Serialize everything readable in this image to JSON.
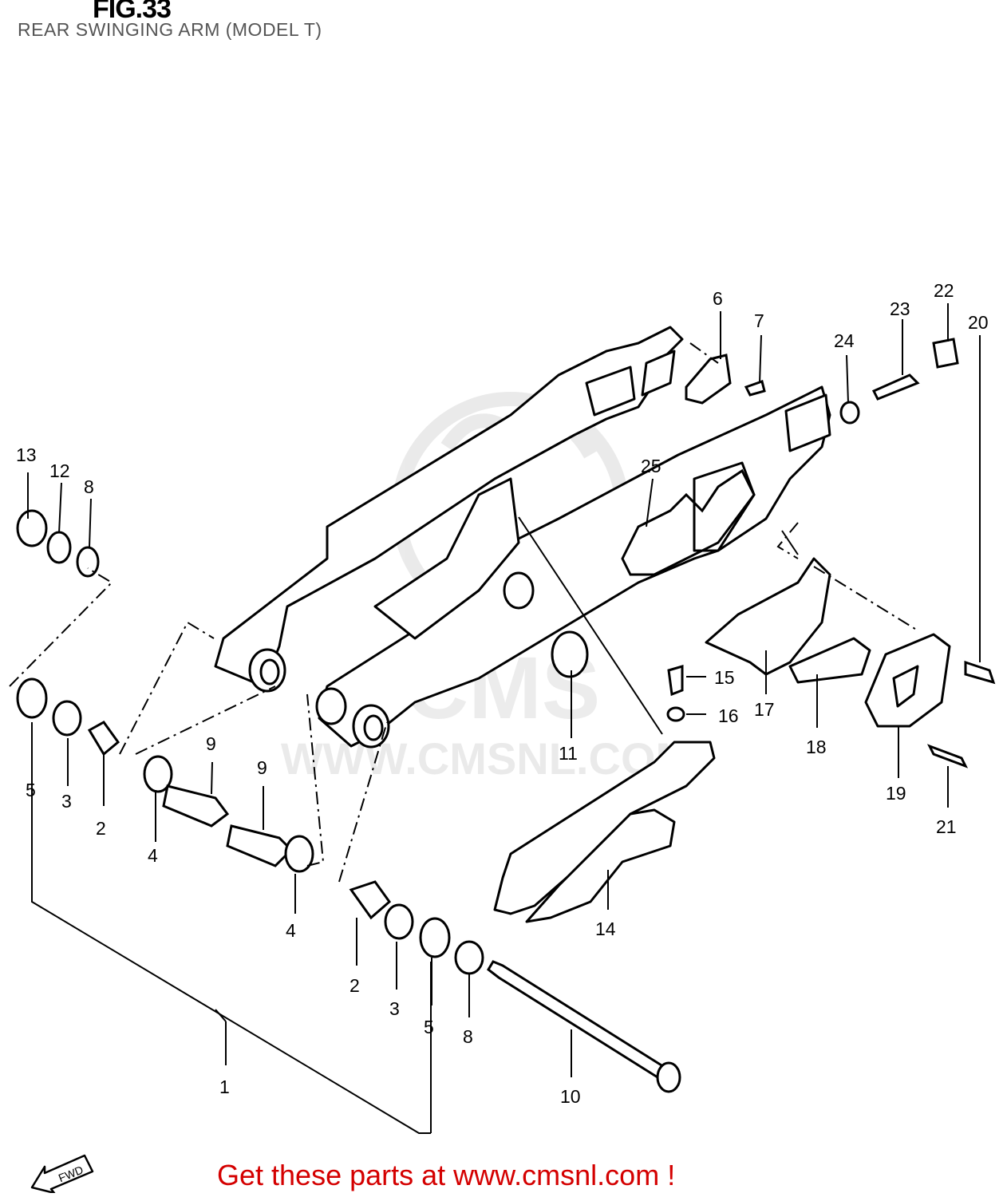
{
  "header": {
    "figure": "FIG.33",
    "subtitle": "REAR SWINGING ARM (MODEL T)"
  },
  "callouts": [
    {
      "id": "c13",
      "label": "13"
    },
    {
      "id": "c12",
      "label": "12"
    },
    {
      "id": "c8a",
      "label": "8"
    },
    {
      "id": "c6",
      "label": "6"
    },
    {
      "id": "c7",
      "label": "7"
    },
    {
      "id": "c24",
      "label": "24"
    },
    {
      "id": "c23",
      "label": "23"
    },
    {
      "id": "c22",
      "label": "22"
    },
    {
      "id": "c25",
      "label": "25"
    },
    {
      "id": "c20",
      "label": "20"
    },
    {
      "id": "c15",
      "label": "15"
    },
    {
      "id": "c16",
      "label": "16"
    },
    {
      "id": "c17",
      "label": "17"
    },
    {
      "id": "c18",
      "label": "18"
    },
    {
      "id": "c19",
      "label": "19"
    },
    {
      "id": "c21",
      "label": "21"
    },
    {
      "id": "c11",
      "label": "11"
    },
    {
      "id": "c9a",
      "label": "9"
    },
    {
      "id": "c9b",
      "label": "9"
    },
    {
      "id": "c5a",
      "label": "5"
    },
    {
      "id": "c3a",
      "label": "3"
    },
    {
      "id": "c2a",
      "label": "2"
    },
    {
      "id": "c4a",
      "label": "4"
    },
    {
      "id": "c4b",
      "label": "4"
    },
    {
      "id": "c14",
      "label": "14"
    },
    {
      "id": "c2b",
      "label": "2"
    },
    {
      "id": "c3b",
      "label": "3"
    },
    {
      "id": "c5b",
      "label": "5"
    },
    {
      "id": "c8b",
      "label": "8"
    },
    {
      "id": "c1",
      "label": "1"
    },
    {
      "id": "c10",
      "label": "10"
    }
  ],
  "watermark": {
    "text": "WWW.CMSNL.COM",
    "logo": "CMS"
  },
  "badge": {
    "text": "FWD",
    "icon": "fwd-arrow-icon"
  },
  "footer": {
    "text": "Get these parts at www.cmsnl.com !"
  }
}
